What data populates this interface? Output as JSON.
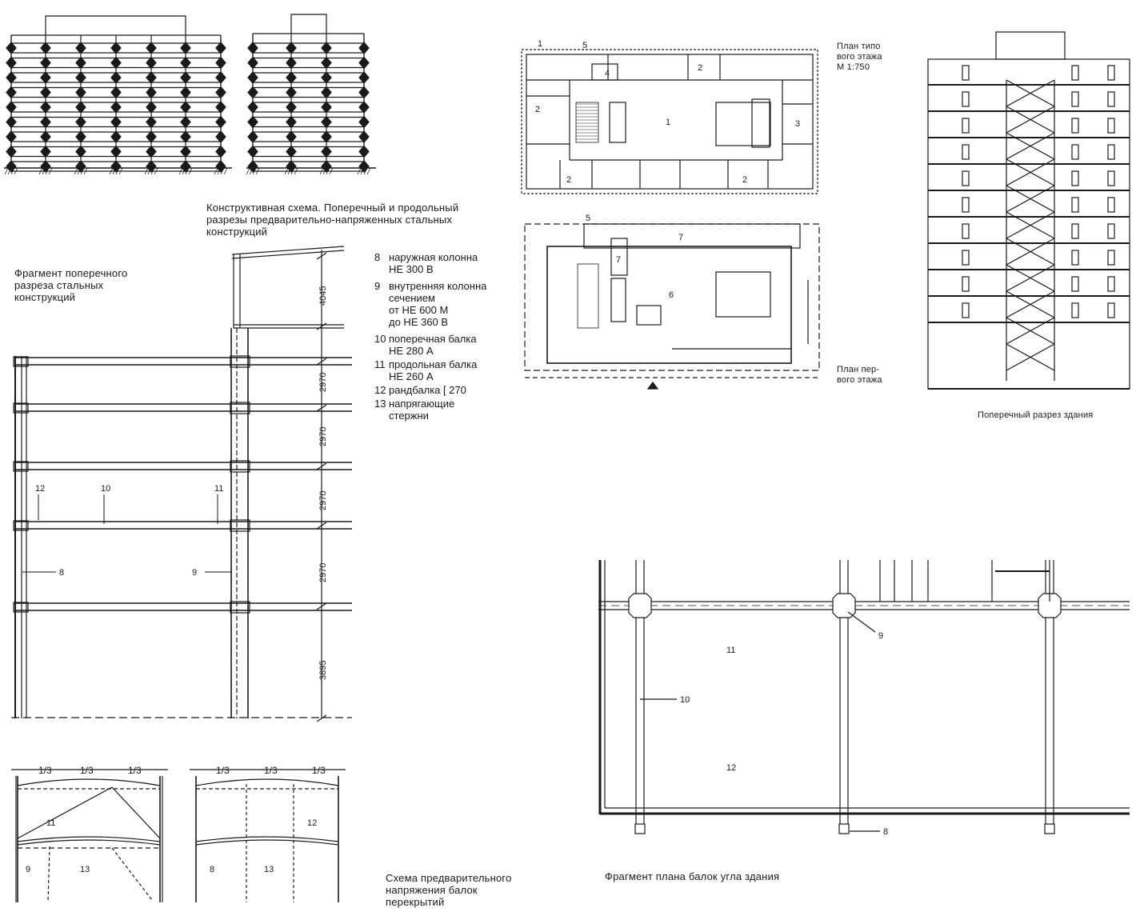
{
  "captions": {
    "structural_scheme": "Конструктивная схема. Поперечный и продольный\nразрезы предварительно-напряженных стальных\nконструкций",
    "fragment_cross_section": "Фрагмент поперечного\nразреза стальных\nконструкций",
    "typical_floor_plan": "План типо\nвого этажа\nМ 1:750",
    "first_floor_plan": "План пер-\nвого этажа",
    "building_cross_section": "Поперечный разрез здания",
    "prestress_scheme": "Схема предварительного\nнапряжения балок\nперекрытий",
    "beam_plan_fragment": "Фрагмент плана балок угла здания"
  },
  "legend": [
    {
      "num": "8",
      "text": "наружная колонна\nНЕ 300 В"
    },
    {
      "num": "9",
      "text": "внутренняя колонна\nсечением\nот НЕ 600 М\nдо НЕ 360 В"
    },
    {
      "num": "10",
      "text": "поперечная балка\nНЕ 280 А"
    },
    {
      "num": "11",
      "text": "продольная балка\nНЕ 260 А"
    },
    {
      "num": "12",
      "text": "рандбалка [ 270"
    },
    {
      "num": "13",
      "text": "напрягающие\nстержни"
    }
  ],
  "section_dimensions": [
    "4045",
    "2970",
    "2970",
    "2970",
    "2970",
    "3895"
  ],
  "section_markers": {
    "m12": "12",
    "m10": "10",
    "m11": "11",
    "m8": "8",
    "m9": "9"
  },
  "plan_markers": {
    "m11": "11",
    "m9": "9",
    "m10": "10",
    "m12": "12",
    "m8": "8"
  },
  "typical_plan_rooms": [
    "1",
    "2",
    "2",
    "2",
    "2",
    "3",
    "4",
    "5",
    "1"
  ],
  "first_plan_rooms": [
    "5",
    "6",
    "7",
    "7"
  ],
  "prestress": {
    "thirds": "1/3",
    "left": {
      "a": "11",
      "b": "13",
      "c": "9"
    },
    "right": {
      "a": "12",
      "b": "13",
      "c": "8"
    }
  }
}
